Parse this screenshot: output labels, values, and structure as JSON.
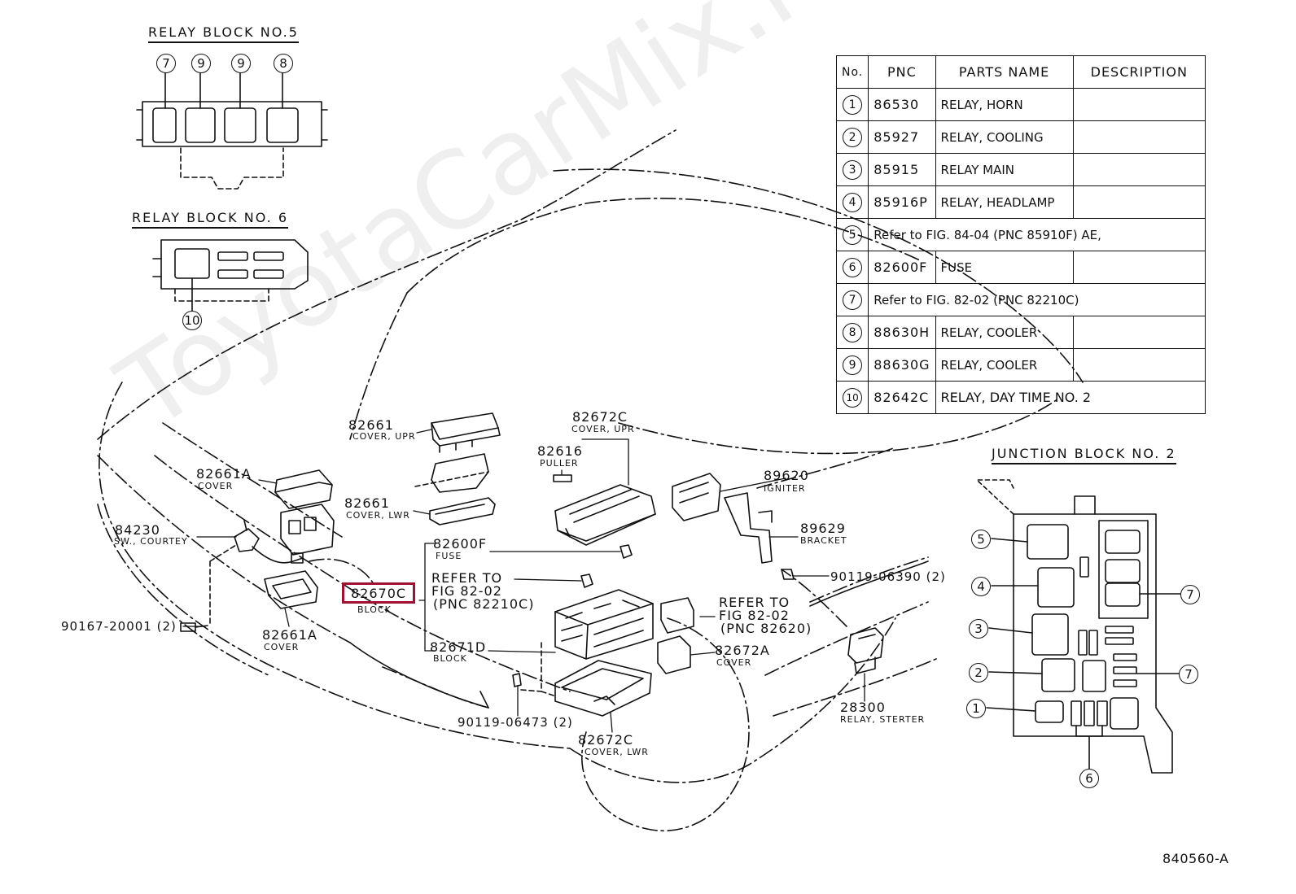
{
  "watermark": "ToyotaCarMix.ru",
  "drawing_number": "840560-A",
  "relay_block_5": {
    "title": "RELAY BLOCK NO.5",
    "callouts": [
      "7",
      "9",
      "9",
      "8"
    ]
  },
  "relay_block_6": {
    "title": "RELAY BLOCK NO. 6",
    "callout": "10"
  },
  "junction_block_2": {
    "title": "JUNCTION BLOCK NO. 2",
    "callouts": [
      "5",
      "4",
      "3",
      "2",
      "1",
      "6",
      "7",
      "7"
    ]
  },
  "parts_table": {
    "headers": [
      "No.",
      "PNC",
      "PARTS NAME",
      "DESCRIPTION"
    ],
    "rows": [
      {
        "no": "1",
        "pnc": "86530",
        "name": "RELAY, HORN",
        "desc": ""
      },
      {
        "no": "2",
        "pnc": "85927",
        "name": "RELAY, COOLING",
        "desc": ""
      },
      {
        "no": "3",
        "pnc": "85915",
        "name": "RELAY MAIN",
        "desc": ""
      },
      {
        "no": "4",
        "pnc": "85916P",
        "name": "RELAY, HEADLAMP",
        "desc": ""
      },
      {
        "no": "5",
        "note": "Refer to FIG. 84-04 (PNC 85910F) AE,"
      },
      {
        "no": "6",
        "pnc": "82600F",
        "name": "FUSE",
        "desc": ""
      },
      {
        "no": "7",
        "note": "Refer to FIG. 82-02 (PNC 82210C)"
      },
      {
        "no": "8",
        "pnc": "88630H",
        "name": "RELAY, COOLER",
        "desc": ""
      },
      {
        "no": "9",
        "pnc": "88630G",
        "name": "RELAY, COOLER",
        "desc": ""
      },
      {
        "no": "10",
        "pnc": "82642C",
        "name": "RELAY, DAY TIME NO. 2",
        "desc": ""
      }
    ]
  },
  "callouts": {
    "c82661_upr": {
      "pnc": "82661",
      "sub": "COVER, UPR"
    },
    "c82661_lwr": {
      "pnc": "82661",
      "sub": "COVER, LWR"
    },
    "c82661A_top": {
      "pnc": "82661A",
      "sub": "COVER"
    },
    "c82661A_bot": {
      "pnc": "82661A",
      "sub": "COVER"
    },
    "c84230": {
      "pnc": "84230",
      "sub": "SW., COURTEY"
    },
    "c90167": {
      "pnc": "90167-20001 (2)"
    },
    "c82670C": {
      "pnc": "82670C",
      "sub": "BLOCK"
    },
    "c82600F": {
      "pnc": "82600F",
      "sub": "FUSE"
    },
    "c_ref_82210": {
      "l1": "REFER TO",
      "l2": "FIG 82-02",
      "l3": "(PNC 82210C)"
    },
    "c82671D": {
      "pnc": "82671D",
      "sub": "BLOCK"
    },
    "c90119_06473": {
      "pnc": "90119-06473 (2)"
    },
    "c82672C_lwr": {
      "pnc": "82672C",
      "sub": "COVER, LWR"
    },
    "c82672C_upr": {
      "pnc": "82672C",
      "sub": "COVER, UPR"
    },
    "c82616": {
      "pnc": "82616",
      "sub": "PULLER"
    },
    "c_ref_82620": {
      "l1": "REFER TO",
      "l2": "FIG 82-02",
      "l3": "(PNC 82620)"
    },
    "c82672A": {
      "pnc": "82672A",
      "sub": "COVER"
    },
    "c89620": {
      "pnc": "89620",
      "sub": "IGNITER"
    },
    "c89629": {
      "pnc": "89629",
      "sub": "BRACKET"
    },
    "c90119_06390": {
      "pnc": "90119-06390 (2)"
    },
    "c28300": {
      "pnc": "28300",
      "sub": "RELAY, STERTER"
    }
  }
}
